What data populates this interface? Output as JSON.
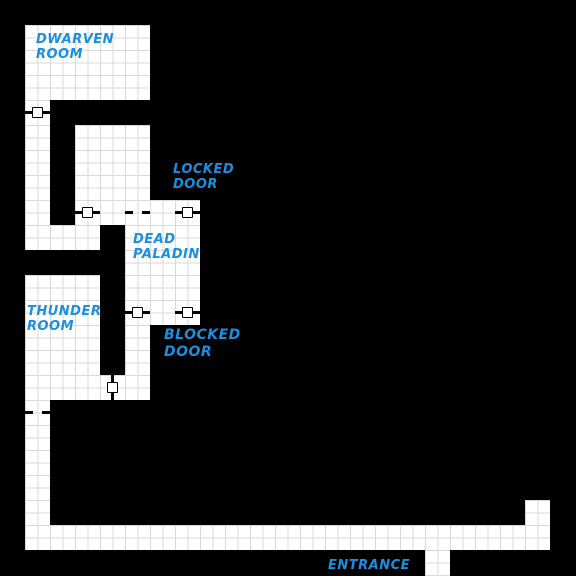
{
  "labels": {
    "dwarven_room": "DWARVEN\nROOM",
    "locked_door": "LOCKED\nDOOR",
    "dead_paladin": "DEAD\nPALADIN",
    "thunder_room": "THUNDER\nROOM",
    "blocked_door": "BLOCKED\nDOOR",
    "entrance": "ENTRANCE"
  },
  "colors": {
    "label": "#1a8fe0",
    "floor": "#ffffff",
    "grid": "#d9d9d9",
    "rock": "#000000"
  }
}
